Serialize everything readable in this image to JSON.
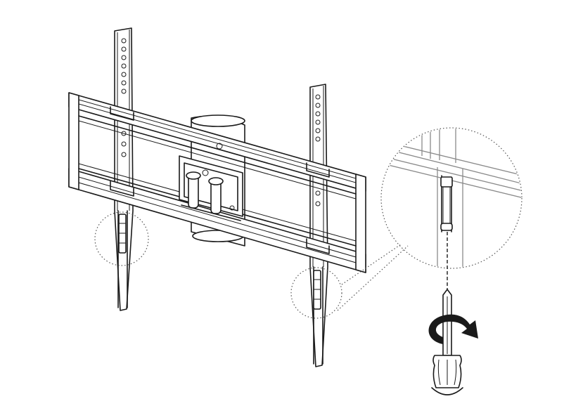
{
  "diagram": {
    "colors": {
      "stroke": "#1a1a1a",
      "background": "#ffffff",
      "detail": "#8a8a8a"
    },
    "parts": [
      "wall-bracket-frame",
      "left-vertical-mounting-arm",
      "right-vertical-mounting-arm",
      "center-tilt-hub",
      "locking-screw-callout-left",
      "locking-screw-callout-right",
      "detail-zoom-circle",
      "screwdriver",
      "rotation-arrow-icon"
    ]
  }
}
